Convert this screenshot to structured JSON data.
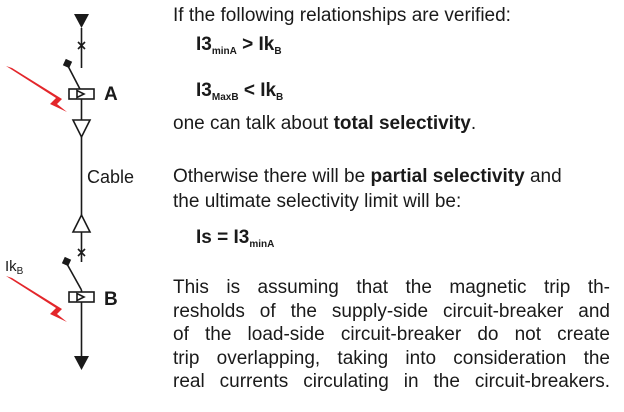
{
  "labels": {
    "breaker_a": "A",
    "breaker_b": "B",
    "cable": "Cable",
    "ik_main": "Ik",
    "ik_sub": "B"
  },
  "text": {
    "intro": "If the following relationships are verified:",
    "f1": {
      "main": "I3",
      "sub1": "minA",
      "op": " > Ik",
      "sub2": "B"
    },
    "f2": {
      "main": "I3",
      "sub1": "MaxB",
      "op": " < Ik",
      "sub2": "B"
    },
    "total_pre": "one can talk about ",
    "total_bold": "total selectivity",
    "total_post": ".",
    "other_pre": "Otherwise there will be ",
    "other_bold": "partial selectivity",
    "other_post": " and",
    "other_line2": "the ultimate selectivity limit will be:",
    "f3": {
      "main": "Is = I3",
      "sub1": "minA"
    },
    "assume_l1": "This is assuming that the magnetic trip th-",
    "assume_l2": "resholds of the supply-side circuit-breaker and",
    "assume_l3": "of the load-side circuit-breaker do not create",
    "assume_l4": "trip overlapping, taking into consideration the",
    "assume_l5": "real currents circulating in the circuit-breakers."
  },
  "colors": {
    "line": "#1a1a1a",
    "fault": "#e3262b"
  }
}
